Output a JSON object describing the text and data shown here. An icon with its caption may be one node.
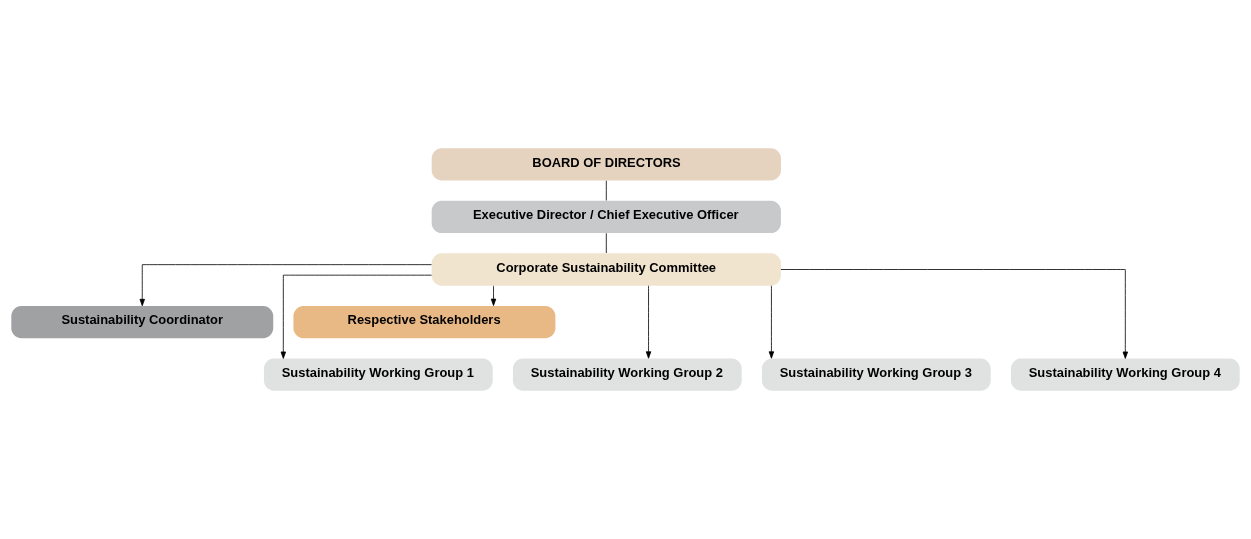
{
  "diagram": {
    "nodes": [
      {
        "text": [
          "BOARD OF DIRECTORS"
        ]
      },
      {
        "text": [
          "Executive Director / Chief Executive Officer"
        ]
      },
      {
        "text": [
          "Corporate Sustainability Committee"
        ]
      },
      {
        "text": [
          "Sustainability Coordinator"
        ]
      },
      {
        "text": [
          "Respective Stakeholders"
        ]
      },
      {
        "text": [
          "Sustainability Working Group 1"
        ]
      },
      {
        "text": [
          "Sustainability Working Group 2"
        ]
      },
      {
        "text": [
          "Sustainability Working Group 3"
        ]
      },
      {
        "text": [
          "Sustainability Working Group 4"
        ]
      }
    ],
    "edges": [
      {
        "from": 0,
        "to": 1,
        "arrow": "none"
      },
      {
        "from": 1,
        "to": 2,
        "arrow": "none"
      },
      {
        "from": 2,
        "to": 3,
        "arrow": "to"
      },
      {
        "from": 2,
        "to": 4,
        "arrow": "to"
      },
      {
        "from": 2,
        "to": 5,
        "arrow": "to"
      },
      {
        "from": 2,
        "to": 6,
        "arrow": "to"
      },
      {
        "from": 2,
        "to": 7,
        "arrow": "to"
      },
      {
        "from": 2,
        "to": 8,
        "arrow": "to"
      }
    ]
  }
}
